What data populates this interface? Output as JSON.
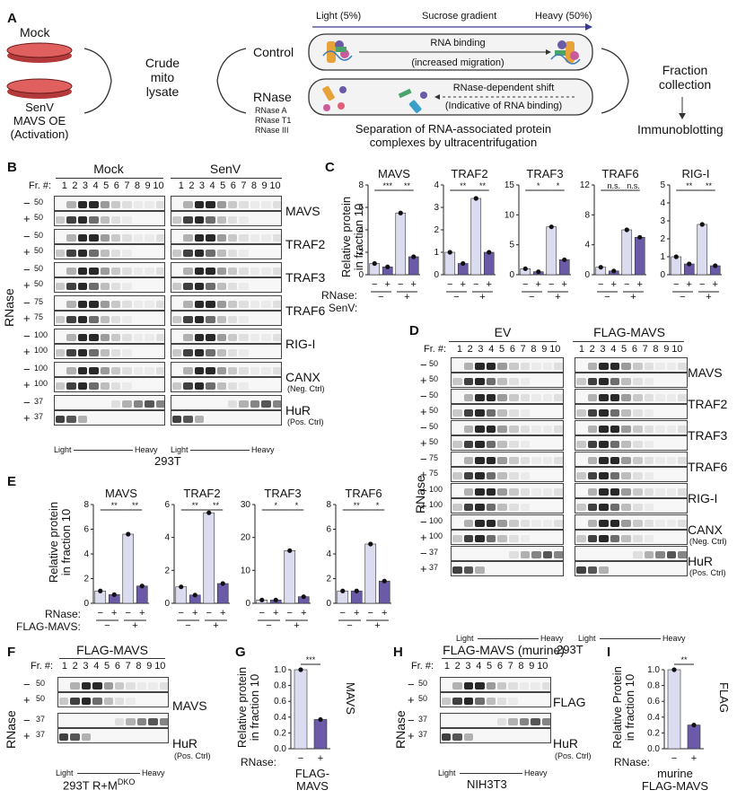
{
  "panel_A": {
    "label": "A",
    "mock": "Mock",
    "senv_lines": [
      "SenV",
      "MAVS OE",
      "(Activation)"
    ],
    "crude_lines": [
      "Crude",
      "mito",
      "lysate"
    ],
    "control": "Control",
    "rnase": "RNase",
    "rnase_types": [
      "RNase A",
      "RNase T1",
      "RNase III"
    ],
    "light": "Light (5%)",
    "sucrose": "Sucrose gradient",
    "heavy": "Heavy (50%)",
    "rna_binding": "RNA binding",
    "increased_migration": "(increased migration)",
    "rnase_shift": "RNase-dependent shift",
    "indicative": "(Indicative of RNA binding)",
    "separation_lines": [
      "Separation of RNA-associated protein",
      "complexes by ultracentrifugation"
    ],
    "fraction_lines": [
      "Fraction",
      "collection"
    ],
    "immuno": "Immunoblotting"
  },
  "panel_B": {
    "label": "B",
    "fr": "Fr. #:",
    "fractions": [
      "1",
      "2",
      "3",
      "4",
      "5",
      "6",
      "7",
      "8",
      "9",
      "10"
    ],
    "groups": [
      "Mock",
      "SenV"
    ],
    "rnase_axis": "RNase",
    "proteins": [
      "MAVS",
      "TRAF2",
      "TRAF3",
      "TRAF6",
      "RIG-I",
      "CANX",
      "HuR"
    ],
    "notes": {
      "CANX": "(Neg. Ctrl)",
      "HuR": "(Pos. Ctrl)"
    },
    "mw": {
      "MAVS": "50",
      "TRAF2": "50",
      "TRAF3": "50",
      "TRAF6": "75",
      "RIG-I": "100",
      "CANX": "100",
      "HuR": "37"
    },
    "light": "Light",
    "heavy": "Heavy",
    "cell": "293T"
  },
  "panel_C": {
    "label": "C",
    "ylabel_lines": [
      "Relative protein",
      "in fraction 10"
    ],
    "row1": "RNase:",
    "row2": "SenV:",
    "charts": [
      {
        "title": "MAVS",
        "ymax": 8,
        "ticks": [
          "0",
          "2",
          "4",
          "6",
          "8"
        ],
        "values": [
          1.0,
          0.7,
          5.5,
          1.6
        ],
        "sig": [
          "***",
          "**"
        ]
      },
      {
        "title": "TRAF2",
        "ymax": 4,
        "ticks": [
          "0",
          "1",
          "2",
          "3",
          "4"
        ],
        "values": [
          1.0,
          0.5,
          3.4,
          1.0
        ],
        "sig": [
          "**",
          "**"
        ]
      },
      {
        "title": "TRAF3",
        "ymax": 15,
        "ticks": [
          "0",
          "5",
          "10",
          "15"
        ],
        "values": [
          1.0,
          0.5,
          8.0,
          2.5
        ],
        "sig": [
          "*",
          "*"
        ]
      },
      {
        "title": "TRAF6",
        "ymax": 12,
        "ticks": [
          "0",
          "4",
          "8",
          "12"
        ],
        "values": [
          1.0,
          0.5,
          6.0,
          5.0
        ],
        "sig": [
          "n.s.",
          "n.s."
        ]
      },
      {
        "title": "RIG-I",
        "ymax": 5,
        "ticks": [
          "0",
          "1",
          "2",
          "3",
          "4",
          "5"
        ],
        "values": [
          1.0,
          0.6,
          2.8,
          0.5
        ],
        "sig": [
          "**",
          "**"
        ]
      }
    ],
    "rnase_signs": [
      "−",
      "+",
      "−",
      "+"
    ],
    "senv_signs": [
      "−",
      "+"
    ]
  },
  "panel_D": {
    "label": "D",
    "fr": "Fr. #:",
    "fractions": [
      "1",
      "2",
      "3",
      "4",
      "5",
      "6",
      "7",
      "8",
      "9",
      "10"
    ],
    "groups": [
      "EV",
      "FLAG-MAVS"
    ],
    "rnase_axis": "RNase",
    "proteins": [
      "MAVS",
      "TRAF2",
      "TRAF3",
      "TRAF6",
      "RIG-I",
      "CANX",
      "HuR"
    ],
    "notes": {
      "CANX": "(Neg. Ctrl)",
      "HuR": "(Pos. Ctrl)"
    },
    "mw": {
      "MAVS": "50",
      "TRAF2": "50",
      "TRAF3": "50",
      "TRAF6": "75",
      "RIG-I": "100",
      "CANX": "100",
      "HuR": "37"
    },
    "light": "Light",
    "heavy": "Heavy",
    "cell": "293T"
  },
  "panel_E": {
    "label": "E",
    "ylabel_lines": [
      "Relative protein",
      "in fraction 10"
    ],
    "row1": "RNase:",
    "row2": "FLAG-MAVS:",
    "charts": [
      {
        "title": "MAVS",
        "ymax": 8,
        "ticks": [
          "0",
          "2",
          "4",
          "6",
          "8"
        ],
        "values": [
          1.0,
          0.7,
          5.6,
          1.4
        ],
        "sig": [
          "**",
          "**"
        ]
      },
      {
        "title": "TRAF2",
        "ymax": 6,
        "ticks": [
          "0",
          "2",
          "4",
          "6"
        ],
        "values": [
          1.0,
          0.5,
          5.5,
          1.2
        ],
        "sig": [
          "**",
          "**"
        ]
      },
      {
        "title": "TRAF3",
        "ymax": 30,
        "ticks": [
          "0",
          "10",
          "20",
          "30"
        ],
        "values": [
          1.0,
          1.0,
          16.0,
          2.0
        ],
        "sig": [
          "*",
          "*"
        ]
      },
      {
        "title": "TRAF6",
        "ymax": 8,
        "ticks": [
          "0",
          "2",
          "4",
          "6",
          "8"
        ],
        "values": [
          1.0,
          1.0,
          4.8,
          1.8
        ],
        "sig": [
          "**",
          "*"
        ]
      }
    ],
    "rnase_signs": [
      "−",
      "+",
      "−",
      "+"
    ],
    "flag_signs": [
      "−",
      "+"
    ]
  },
  "panel_F": {
    "label": "F",
    "title": "FLAG-MAVS",
    "fr": "Fr. #:",
    "fractions": [
      "1",
      "2",
      "3",
      "4",
      "5",
      "6",
      "7",
      "8",
      "9",
      "10"
    ],
    "rnase_axis": "RNase",
    "proteins": [
      "MAVS",
      "HuR"
    ],
    "note": "(Pos. Ctrl)",
    "mw": [
      "50",
      "50",
      "37",
      "37"
    ],
    "light": "Light",
    "heavy": "Heavy",
    "cell_prefix": "293T R+M",
    "cell_sup": "DKO"
  },
  "panel_G": {
    "label": "G",
    "ylabel_lines": [
      "Relative protein",
      "in fraction 10"
    ],
    "title": "MAVS",
    "ticks": [
      "0.0",
      "0.2",
      "0.4",
      "0.6",
      "0.8",
      "1.0"
    ],
    "values": [
      1.0,
      0.37
    ],
    "sig": "***",
    "row": "RNase:",
    "signs": [
      "−",
      "+"
    ],
    "bottom_lines": [
      "FLAG-",
      "MAVS"
    ]
  },
  "panel_H": {
    "label": "H",
    "title": "FLAG-MAVS (murine)",
    "fr": "Fr. #:",
    "fractions": [
      "1",
      "2",
      "3",
      "4",
      "5",
      "6",
      "7",
      "8",
      "9",
      "10"
    ],
    "rnase_axis": "RNase",
    "proteins": [
      "FLAG",
      "HuR"
    ],
    "note": "(Pos. Ctrl)",
    "mw": [
      "50",
      "50",
      "37",
      "37"
    ],
    "light": "Light",
    "heavy": "Heavy",
    "cell": "NIH3T3"
  },
  "panel_I": {
    "label": "I",
    "ylabel_lines": [
      "Relative Protein",
      "in fraction 10"
    ],
    "title": "FLAG",
    "ticks": [
      "0.0",
      "0.2",
      "0.4",
      "0.6",
      "0.8",
      "1.0"
    ],
    "values": [
      1.0,
      0.3
    ],
    "sig": "**",
    "row": "RNase:",
    "signs": [
      "−",
      "+"
    ],
    "bottom_lines": [
      "murine",
      "FLAG-MAVS"
    ]
  },
  "colors": {
    "light_bar": "#dcdcf0",
    "dark_bar": "#6a5aa8",
    "blot_bg": "#f7f7f7",
    "tube": "#f3f3f3"
  }
}
